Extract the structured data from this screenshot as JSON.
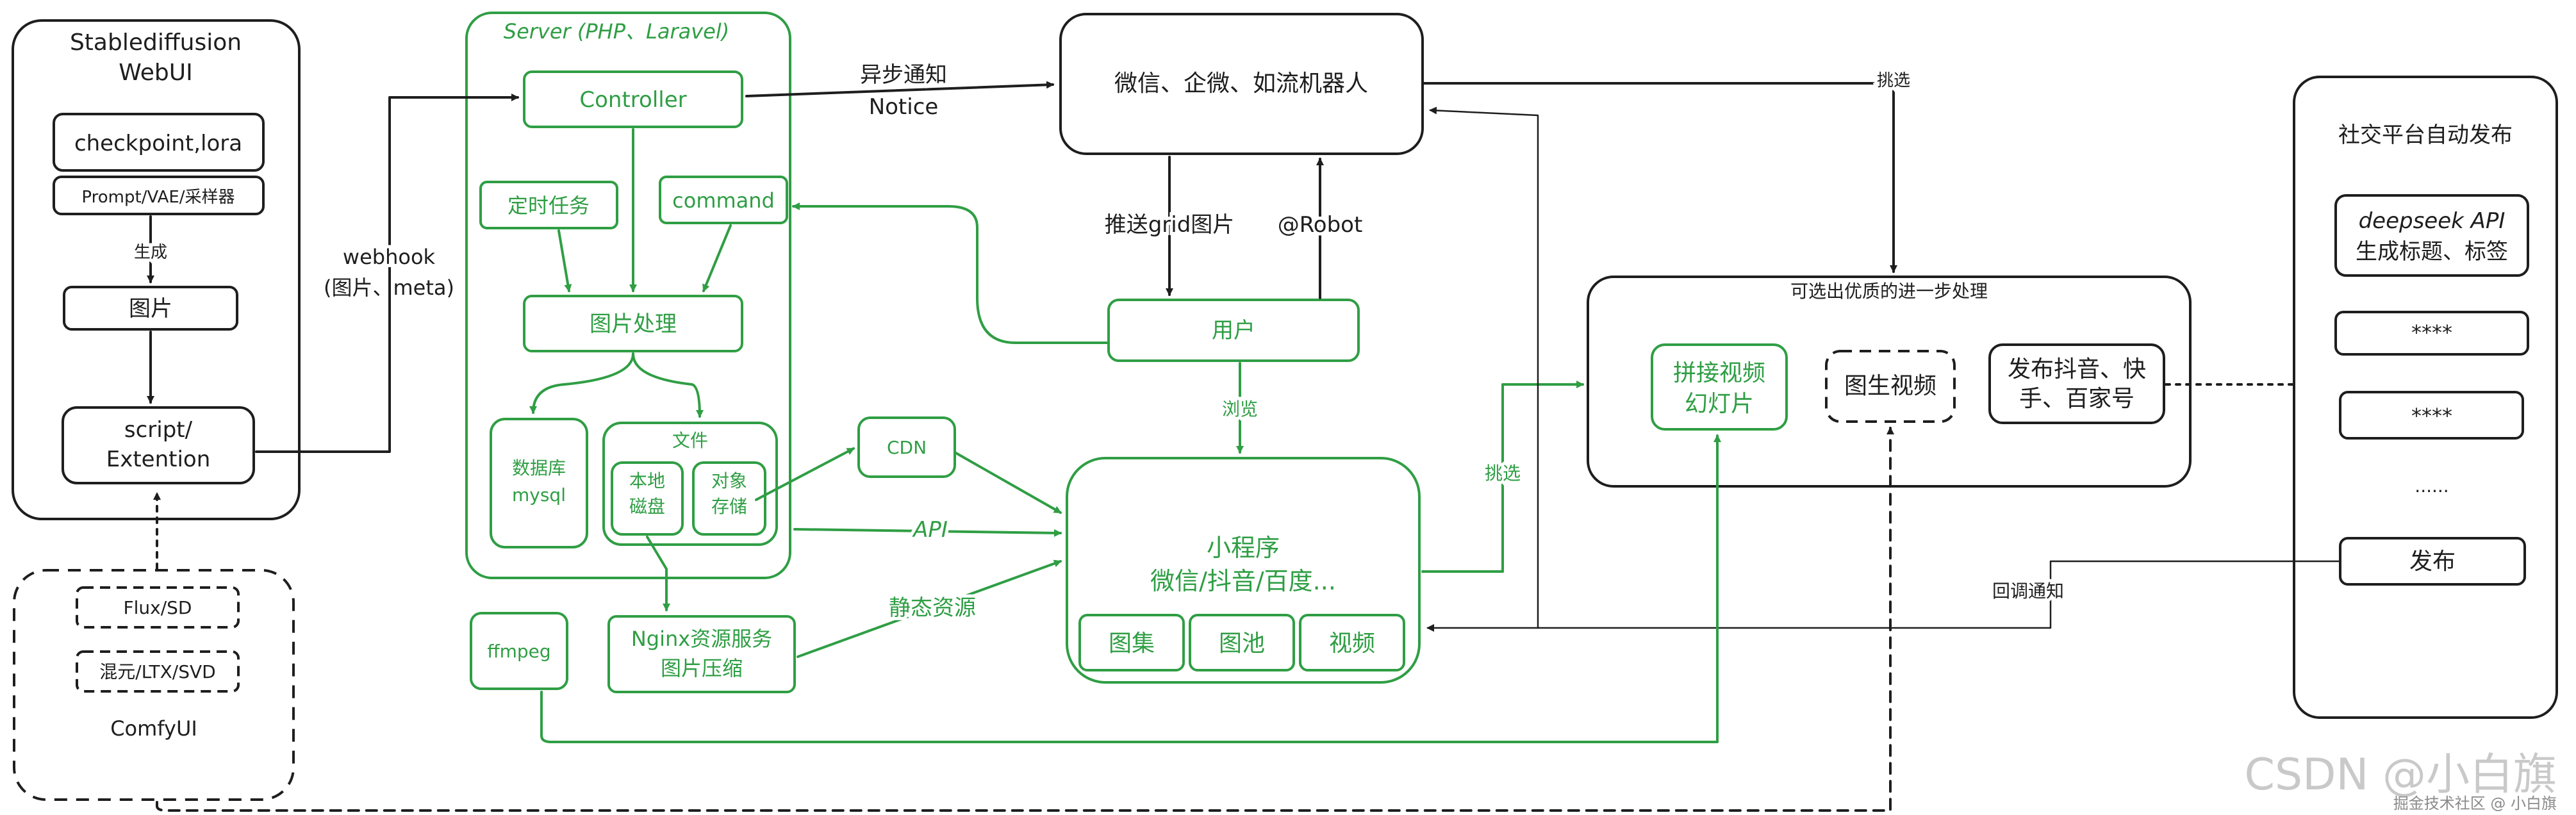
{
  "sd_webui": {
    "title_line1": "Stablediffusion",
    "title_line2": "WebUI",
    "checkpoint": "checkpoint,lora",
    "prompt": "Prompt/VAE/采样器",
    "generate": "生成",
    "image": "图片",
    "script_line1": "script/",
    "script_line2": "Extention"
  },
  "comfyui": {
    "title": "ComfyUI",
    "flux": "Flux/SD",
    "hunyuan": "混元/LTX/SVD"
  },
  "webhook": {
    "line1": "webhook",
    "line2": "(图片、meta)"
  },
  "server": {
    "title": "Server (PHP、Laravel)",
    "controller": "Controller",
    "cron": "定时任务",
    "command": "command",
    "image_process": "图片处理",
    "db_line1": "数据库",
    "db_line2": "mysql",
    "file": "文件",
    "local_line1": "本地",
    "local_line2": "磁盘",
    "object_line1": "对象",
    "object_line2": "存储"
  },
  "ffmpeg": "ffmpeg",
  "nginx": {
    "line1": "Nginx资源服务",
    "line2": "图片压缩"
  },
  "cdn": "CDN",
  "async_notice": {
    "line1": "异步通知",
    "line2": "Notice"
  },
  "bot": "微信、企微、如流机器人",
  "push_grid": "推送grid图片",
  "robot": "@Robot",
  "user": "用户",
  "browse": "浏览",
  "api": "API",
  "static_res": "静态资源",
  "miniprogram": {
    "line1": "小程序",
    "line2": "微信/抖音/百度...",
    "gallery": "图集",
    "pool": "图池",
    "video": "视频"
  },
  "select1": "挑选",
  "select2": "挑选",
  "further": {
    "title": "可选出优质的进一步处理",
    "splice_line1": "拼接视频",
    "splice_line2": "幻灯片",
    "i2v": "图生视频",
    "publish_line1": "发布抖音、快",
    "publish_line2": "手、百家号"
  },
  "callback": "回调通知",
  "social": {
    "title": "社交平台自动发布",
    "deepseek_line1": "deepseek API",
    "deepseek_line2": "生成标题、标签",
    "mask1": "****",
    "mask2": "****",
    "ellipsis": "......",
    "publish": "发布"
  },
  "watermark": {
    "csdn": "CSDN @小白旗",
    "juejin": "掘金技术社区 @ 小白旗"
  },
  "colors": {
    "ink": "#1e1e1e",
    "green": "#2f9e44",
    "background": "#ffffff"
  }
}
